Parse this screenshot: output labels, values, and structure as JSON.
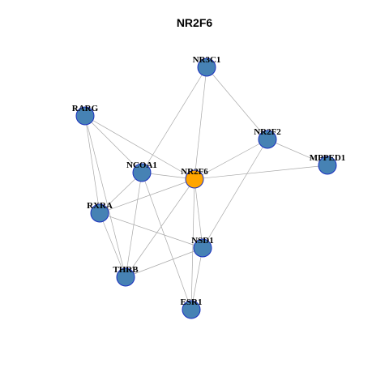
{
  "title": "NR2F6",
  "colors": {
    "node_default": "#4682b4",
    "node_center": "#ffa500",
    "node_border": "#1a2fbf",
    "edge": "#a8a8a8"
  },
  "graph": {
    "center": "NR2F6",
    "nodes": [
      {
        "id": "NR3C1",
        "label": "NR3C1"
      },
      {
        "id": "RARG",
        "label": "RARG"
      },
      {
        "id": "NR2F2",
        "label": "NR2F2"
      },
      {
        "id": "MPPED1",
        "label": "MPPED1"
      },
      {
        "id": "NCOA1",
        "label": "NCOA1"
      },
      {
        "id": "NR2F6",
        "label": "NR2F6"
      },
      {
        "id": "RXRA",
        "label": "RXRA"
      },
      {
        "id": "NSD1",
        "label": "NSD1"
      },
      {
        "id": "THRB",
        "label": "THRB"
      },
      {
        "id": "ESR1",
        "label": "ESR1"
      }
    ],
    "edges": [
      [
        "NR3C1",
        "NCOA1"
      ],
      [
        "NR3C1",
        "NR2F6"
      ],
      [
        "NR3C1",
        "NR2F2"
      ],
      [
        "RARG",
        "NCOA1"
      ],
      [
        "RARG",
        "NR2F6"
      ],
      [
        "RARG",
        "RXRA"
      ],
      [
        "RARG",
        "THRB"
      ],
      [
        "NR2F2",
        "NR2F6"
      ],
      [
        "NR2F2",
        "MPPED1"
      ],
      [
        "NR2F2",
        "NSD1"
      ],
      [
        "MPPED1",
        "NR2F6"
      ],
      [
        "NCOA1",
        "NR2F6"
      ],
      [
        "NCOA1",
        "RXRA"
      ],
      [
        "NCOA1",
        "THRB"
      ],
      [
        "NCOA1",
        "ESR1"
      ],
      [
        "NR2F6",
        "RXRA"
      ],
      [
        "NR2F6",
        "THRB"
      ],
      [
        "NR2F6",
        "NSD1"
      ],
      [
        "NR2F6",
        "ESR1"
      ],
      [
        "RXRA",
        "THRB"
      ],
      [
        "RXRA",
        "NSD1"
      ],
      [
        "NSD1",
        "THRB"
      ],
      [
        "NSD1",
        "ESR1"
      ]
    ]
  }
}
